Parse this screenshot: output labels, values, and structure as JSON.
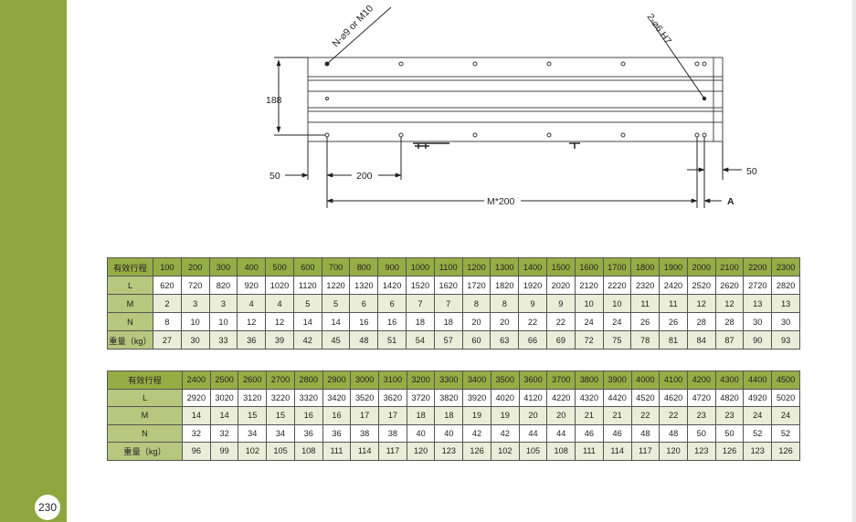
{
  "page": {
    "number": "230",
    "accent_color": "#8ea63d"
  },
  "drawing": {
    "callout_holes": "N-⌀9 or M10",
    "callout_pins": "2-⌀6 H7",
    "dim_height": "188",
    "dim_left_end": "50",
    "dim_pitch": "200",
    "dim_right_end": "50",
    "dim_span": "M*200",
    "dim_a": "A"
  },
  "tables": [
    {
      "rows": [
        {
          "label": "有效行程",
          "values": [
            "100",
            "200",
            "300",
            "400",
            "500",
            "600",
            "700",
            "800",
            "900",
            "1000",
            "1100",
            "1200",
            "1300",
            "1400",
            "1500",
            "1600",
            "1700",
            "1800",
            "1900",
            "2000",
            "2100",
            "2200",
            "2300"
          ]
        },
        {
          "label": "L",
          "values": [
            "620",
            "720",
            "820",
            "920",
            "1020",
            "1120",
            "1220",
            "1320",
            "1420",
            "1520",
            "1620",
            "1720",
            "1820",
            "1920",
            "2020",
            "2120",
            "2220",
            "2320",
            "2420",
            "2520",
            "2620",
            "2720",
            "2820"
          ]
        },
        {
          "label": "M",
          "values": [
            "2",
            "3",
            "3",
            "4",
            "4",
            "5",
            "5",
            "6",
            "6",
            "7",
            "7",
            "8",
            "8",
            "9",
            "9",
            "10",
            "10",
            "11",
            "11",
            "12",
            "12",
            "13",
            "13"
          ]
        },
        {
          "label": "N",
          "values": [
            "8",
            "10",
            "10",
            "12",
            "12",
            "14",
            "14",
            "16",
            "16",
            "18",
            "18",
            "20",
            "20",
            "22",
            "22",
            "24",
            "24",
            "26",
            "26",
            "28",
            "28",
            "30",
            "30"
          ]
        },
        {
          "label": "重量（kg）",
          "values": [
            "27",
            "30",
            "33",
            "36",
            "39",
            "42",
            "45",
            "48",
            "51",
            "54",
            "57",
            "60",
            "63",
            "66",
            "69",
            "72",
            "75",
            "78",
            "81",
            "84",
            "87",
            "90",
            "93"
          ]
        }
      ]
    },
    {
      "rows": [
        {
          "label": "有效行程",
          "values": [
            "2400",
            "2500",
            "2600",
            "2700",
            "2800",
            "2900",
            "3000",
            "3100",
            "3200",
            "3300",
            "3400",
            "3500",
            "3600",
            "3700",
            "3800",
            "3900",
            "4000",
            "4100",
            "4200",
            "4300",
            "4400",
            "4500"
          ]
        },
        {
          "label": "L",
          "values": [
            "2920",
            "3020",
            "3120",
            "3220",
            "3320",
            "3420",
            "3520",
            "3620",
            "3720",
            "3820",
            "3920",
            "4020",
            "4120",
            "4220",
            "4320",
            "4420",
            "4520",
            "4620",
            "4720",
            "4820",
            "4920",
            "5020"
          ]
        },
        {
          "label": "M",
          "values": [
            "14",
            "14",
            "15",
            "15",
            "16",
            "16",
            "17",
            "17",
            "18",
            "18",
            "19",
            "19",
            "20",
            "20",
            "21",
            "21",
            "22",
            "22",
            "23",
            "23",
            "24",
            "24"
          ]
        },
        {
          "label": "N",
          "values": [
            "32",
            "32",
            "34",
            "34",
            "36",
            "36",
            "38",
            "38",
            "40",
            "40",
            "42",
            "42",
            "44",
            "44",
            "46",
            "46",
            "48",
            "48",
            "50",
            "50",
            "52",
            "52"
          ]
        },
        {
          "label": "重量（kg）",
          "values": [
            "96",
            "99",
            "102",
            "105",
            "108",
            "111",
            "114",
            "117",
            "120",
            "123",
            "126",
            "102",
            "105",
            "108",
            "111",
            "114",
            "117",
            "120",
            "123",
            "126",
            "123",
            "126"
          ]
        }
      ]
    }
  ]
}
